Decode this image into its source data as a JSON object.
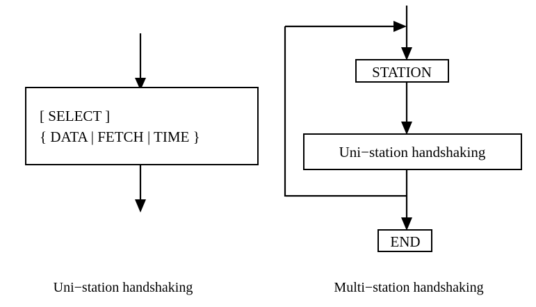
{
  "figure": {
    "title": "Handshaking protocol flow diagrams",
    "background_color": "#ffffff",
    "line_color": "#000000",
    "text_color": "#000000"
  },
  "left_diagram": {
    "caption": "Uni−station handshaking",
    "box": {
      "name": "select-box",
      "line1": "[ SELECT ]",
      "line2": "{ DATA | FETCH | TIME }"
    },
    "arrows": {
      "incoming": "arrow-down-into-select-box",
      "outgoing": "arrow-down-out-of-select-box"
    }
  },
  "right_diagram": {
    "caption": "Multi−station handshaking",
    "nodes": [
      {
        "name": "station-box",
        "label": "STATION"
      },
      {
        "name": "uni-station-handshaking-box",
        "label": "Uni−station handshaking"
      },
      {
        "name": "end-box",
        "label": "END"
      }
    ],
    "arrows": {
      "entry": "arrow-down-into-join-point",
      "loopback": "arrow-right-loopback-into-main-line",
      "to_station": "arrow-down-into-station-box",
      "to_handshaking": "arrow-down-into-uni-station-box",
      "to_end": "arrow-down-into-end-box"
    }
  }
}
